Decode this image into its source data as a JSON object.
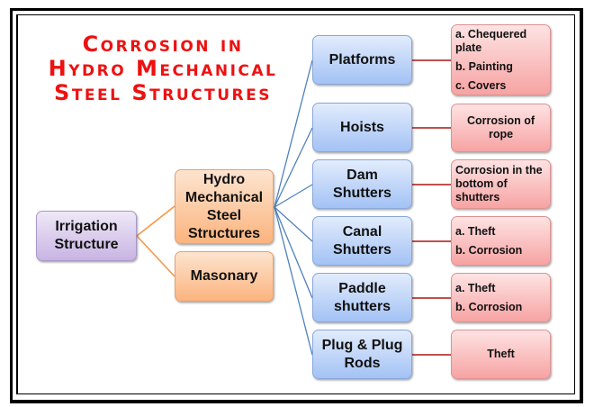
{
  "title": {
    "lines": [
      "Corrosion in",
      "Hydro Mechanical",
      "Steel Structures"
    ],
    "color": "#ee1111"
  },
  "root": {
    "label_lines": [
      "Irrigation",
      "Structure"
    ]
  },
  "level1": [
    {
      "label_lines": [
        "Hydro",
        "Mechanical",
        "Steel",
        "Structures"
      ]
    },
    {
      "label_lines": [
        "Masonary"
      ]
    }
  ],
  "components": [
    {
      "label_lines": [
        "Platforms"
      ],
      "issues": [
        "a. Chequered plate",
        "b. Painting",
        "c. Covers"
      ],
      "issues_style": "list"
    },
    {
      "label_lines": [
        "Hoists"
      ],
      "issues": [
        "Corrosion of rope"
      ],
      "issues_style": "center"
    },
    {
      "label_lines": [
        "Dam",
        "Shutters"
      ],
      "issues": [
        "Corrosion in the bottom of shutters"
      ],
      "issues_style": "left"
    },
    {
      "label_lines": [
        "Canal",
        "Shutters"
      ],
      "issues": [
        "a. Theft",
        "b. Corrosion"
      ],
      "issues_style": "list"
    },
    {
      "label_lines": [
        "Paddle",
        "shutters"
      ],
      "issues": [
        "a. Theft",
        "b. Corrosion"
      ],
      "issues_style": "list"
    },
    {
      "label_lines": [
        "Plug & Plug",
        "Rods"
      ],
      "issues": [
        "Theft"
      ],
      "issues_style": "center"
    }
  ],
  "colors": {
    "root": "#c8b4e3",
    "level1": "#fbb47f",
    "component": "#a3c2f5",
    "issue": "#f7a3a3",
    "orange_connector": "#f79646",
    "blue_connector": "#4f81bd",
    "red_connector": "#c0504d"
  }
}
